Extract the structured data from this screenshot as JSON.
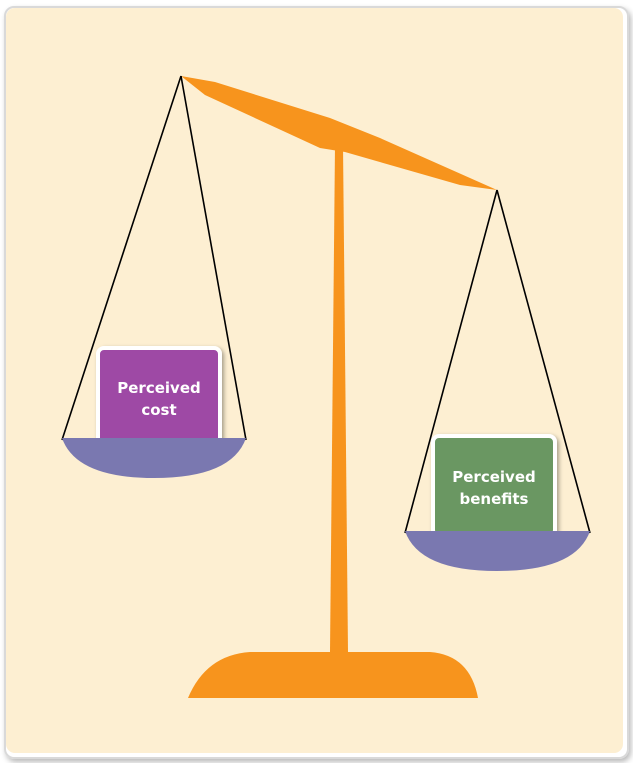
{
  "colors": {
    "background": "#fdefd2",
    "beam": "#f7941d",
    "pan": "#7a78b0",
    "string": "#000000",
    "cost_card": "#9e4aa5",
    "benefits_card": "#6a9762",
    "card_border": "#ffffff"
  },
  "cards": {
    "cost": {
      "line1": "Perceived",
      "line2": "cost"
    },
    "benefits": {
      "line1": "Perceived",
      "line2": "benefits"
    }
  }
}
